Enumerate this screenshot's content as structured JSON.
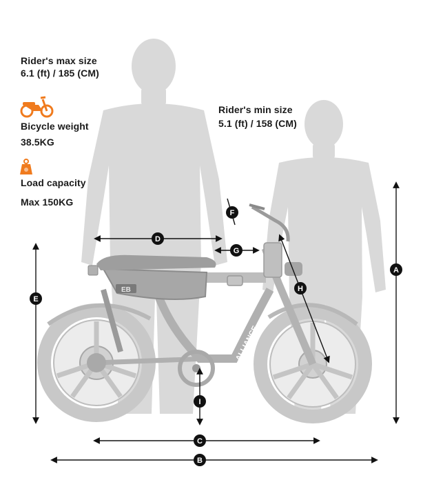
{
  "specs": {
    "max_size_label": "Rider's max size",
    "max_size_value": "6.1 (ft) / 185 (CM)",
    "min_size_label": "Rider's min size",
    "min_size_value": "5.1 (ft) / 158 (CM)",
    "weight_label": "Bicycle weight",
    "weight_value": "38.5KG",
    "load_label": "Load capacity",
    "load_value": "Max 150KG"
  },
  "dimension_labels": {
    "A": "A",
    "B": "B",
    "C": "C",
    "D": "D",
    "E": "E",
    "F": "F",
    "G": "G",
    "H": "H",
    "I": "I"
  },
  "bike_branding": {
    "frame_text": "ALLIANCE",
    "badge_text": "EB"
  },
  "icons": {
    "weight_icon": "bicycle-icon",
    "load_icon": "weight-icon"
  },
  "colors": {
    "accent": "#f07b1e",
    "silhouette": "#d7d7d7",
    "bike": "#c9c9c9",
    "bike_dark": "#9a9a9a",
    "dimension": "#111111"
  }
}
